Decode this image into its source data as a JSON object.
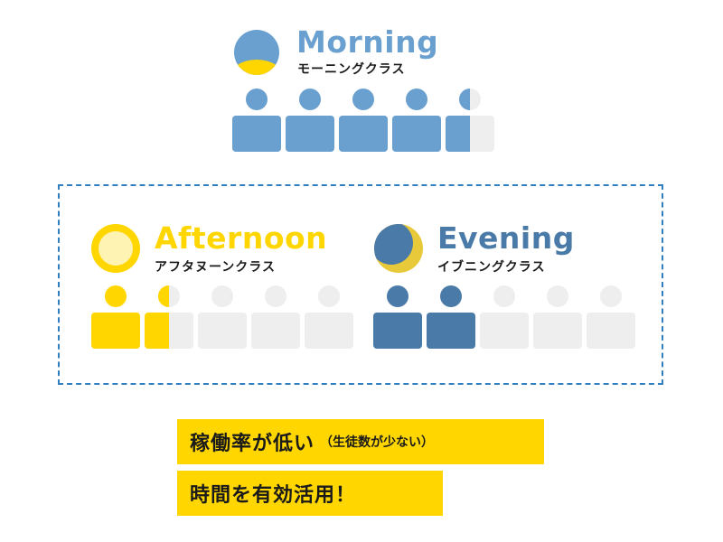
{
  "classes": {
    "morning": {
      "title": "Morning",
      "subtitle": "モーニングクラス",
      "color": "#6aa0cf",
      "seats_filled": 4.5,
      "seats_total": 5
    },
    "afternoon": {
      "title": "Afternoon",
      "subtitle": "アフタヌーンクラス",
      "color": "#ffd600",
      "seats_filled": 1.5,
      "seats_total": 5
    },
    "evening": {
      "title": "Evening",
      "subtitle": "イブニングクラス",
      "color": "#4a7aa8",
      "seats_filled": 2,
      "seats_total": 5
    }
  },
  "colors": {
    "empty_seat": "#eeeeee",
    "frame": "#2f7fc0",
    "banner": "#ffd600"
  },
  "banners": {
    "line1_main": "稼働率が低い",
    "line1_note": "（生徒数が少ない）",
    "line2_main": "時間を有効活用！"
  }
}
